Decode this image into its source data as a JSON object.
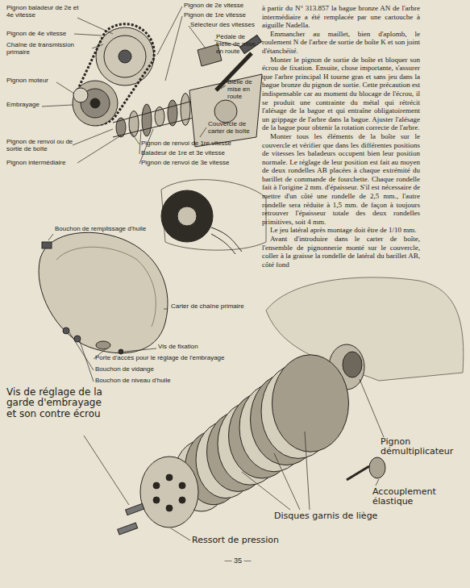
{
  "diagram": {
    "labels": [
      "Pignon baladeur de 2e et 4e vitesse",
      "Pignon de 4e vitesse",
      "Chaîne de transmission primaire",
      "Pignon moteur",
      "Embrayage",
      "Pignon de renvoi ou de sortie de boîte",
      "Pignon intermédiaire",
      "Pignon de 2e vitesse",
      "Pignon de 1re vitesse",
      "Sélecteur des vitesses",
      "Pédale de bielle de mise en route",
      "Bielle de mise en route",
      "Couvercle de carter de boîte",
      "Pignon de renvoi de 1re vitesse",
      "Baladeur de 1re et 3e vitesse",
      "Pignon de renvoi de 3e vitesse",
      "Bouchon de remplissage d'huile",
      "Carter de chaîne primaire",
      "Vis de fixation",
      "Porte d'accès pour le réglage de l'embrayage",
      "Bouchon de vidange",
      "Bouchon de niveau d'huile",
      "Vis de réglage de la garde d'embrayage et son contre écrou",
      "Pignon démultiplicateur",
      "Accouplement élastique",
      "Disques garnis de liège",
      "Ressort de pression",
      "— 35 —",
      "à partir du N° 313.857 la bague bronze AN de l'arbre intermédiaire a été remplacée par une cartouche à aiguille Nadella.",
      "Emmancher au maillet, bien d'aplomb, le roulement N de l'arbre de sortie de boîte K et son joint d'étanchéité.",
      "Monter le pignon de sortie de boîte et bloquer son écrou de fixation. Ensuite, chose importante, s'assurer que l'arbre principal H tourne gras et sans jeu dans la bague bronze du pignon de sortie. Cette précaution est indispensable car au moment du blocage de l'écrou, il se produit une contrainte du métal qui rétrécit l'alésage de la bague et qui entraîne obligatoirement un grippage de l'arbre dans la bague. Ajuster l'alésage de la bague pour obtenir la rotation correcte de l'arbre.",
      "Monter tous les éléments de la boîte sur le couvercle et vérifier que dans les différentes positions de vitesses les baladeurs occupent bien leur position normale. Le réglage de leur position est fait au moyen de deux rondelles AB placées à chaque extrémité du barillet de commande de fourchette. Chaque rondelle fait à l'origine 2 mm. d'épaisseur. S'il est nécessaire de mettre d'un côté une rondelle de 2,5 mm., l'autre rondelle sera réduite à 1,5 mm. de façon à toujours retrouver l'épaisseur totale des deux rondelles primitives, soit 4 mm.",
      "Le jeu latéral après montage doit être de 1/10 mm.",
      "Avant d'introduire dans le carter de boîte, l'ensemble de pignonnerie monté sur le couvercle, coller à la graisse la rondelle de latéral du barillet AB, côté fond"
    ]
  }
}
